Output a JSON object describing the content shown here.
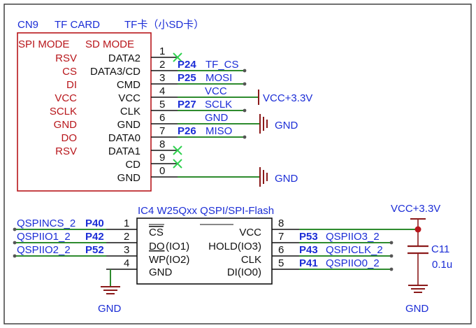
{
  "colors": {
    "wire": "#2e8b2e",
    "net_label": "#1b2dd6",
    "body": "#b8161b",
    "pin": "#111111",
    "power_symbol": "#8b1a1a",
    "no_connect": "#2fd14f"
  },
  "tf_card": {
    "ref": "CN9",
    "value": "TF CARD",
    "description": "TF卡（小SD卡）",
    "col_spi_header": "SPI MODE",
    "col_sd_header": "SD MODE",
    "pins": [
      {
        "num": "1",
        "spi": "RSV",
        "sd": "DATA2",
        "net": "",
        "net_prefix": ""
      },
      {
        "num": "2",
        "spi": "CS",
        "sd": "DATA3/CD",
        "net": "TF_CS",
        "net_prefix": "P24"
      },
      {
        "num": "3",
        "spi": "DI",
        "sd": "CMD",
        "net": "MOSI",
        "net_prefix": "P25"
      },
      {
        "num": "4",
        "spi": "VCC",
        "sd": "VCC",
        "net": "VCC",
        "net_prefix": ""
      },
      {
        "num": "5",
        "spi": "SCLK",
        "sd": "CLK",
        "net": "SCLK",
        "net_prefix": "P27"
      },
      {
        "num": "6",
        "spi": "GND",
        "sd": "GND",
        "net": "GND",
        "net_prefix": ""
      },
      {
        "num": "7",
        "spi": "DO",
        "sd": "DATA0",
        "net": "MISO",
        "net_prefix": "P26"
      },
      {
        "num": "8",
        "spi": "RSV",
        "sd": "DATA1",
        "net": "",
        "net_prefix": ""
      },
      {
        "num": "9",
        "spi": "",
        "sd": "CD",
        "net": "",
        "net_prefix": ""
      },
      {
        "num": "0",
        "spi": "",
        "sd": "GND",
        "net": "",
        "net_prefix": ""
      }
    ],
    "vcc_symbol_label": "VCC+3.3V",
    "gnd_symbol_label_1": "GND",
    "gnd_symbol_label_2": "GND"
  },
  "flash": {
    "title": "IC4  W25Qxx  QSPI/SPI-Flash",
    "left_pins": [
      {
        "num": "1",
        "name_a": "CS",
        "name_b": "",
        "net": "QSPINCS_2",
        "net_suffix": "P40"
      },
      {
        "num": "2",
        "name_a": "DO",
        "name_b": "(IO1)",
        "net": "QSPIIO1_2",
        "net_suffix": "P42"
      },
      {
        "num": "3",
        "name_a": "WP(IO2)",
        "name_b": "",
        "net": "QSPIIO2_2",
        "net_suffix": "P52"
      },
      {
        "num": "4",
        "name_a": "GND",
        "name_b": "",
        "net": "",
        "net_suffix": ""
      }
    ],
    "right_pins": [
      {
        "num": "8",
        "name": "VCC",
        "net_prefix": "",
        "net": ""
      },
      {
        "num": "7",
        "name": "HOLD(IO3)",
        "net_prefix": "P53",
        "net": "QSPIIO3_2"
      },
      {
        "num": "6",
        "name": "CLK",
        "net_prefix": "P43",
        "net": "QSPICLK_2"
      },
      {
        "num": "5",
        "name": "DI(IO0)",
        "net_prefix": "P41",
        "net": "QSPIIO0_2"
      }
    ],
    "gnd_label": "GND"
  },
  "capacitor": {
    "ref": "C11",
    "value": "0.1u",
    "vcc_label": "VCC+3.3V",
    "gnd_label": "GND"
  }
}
